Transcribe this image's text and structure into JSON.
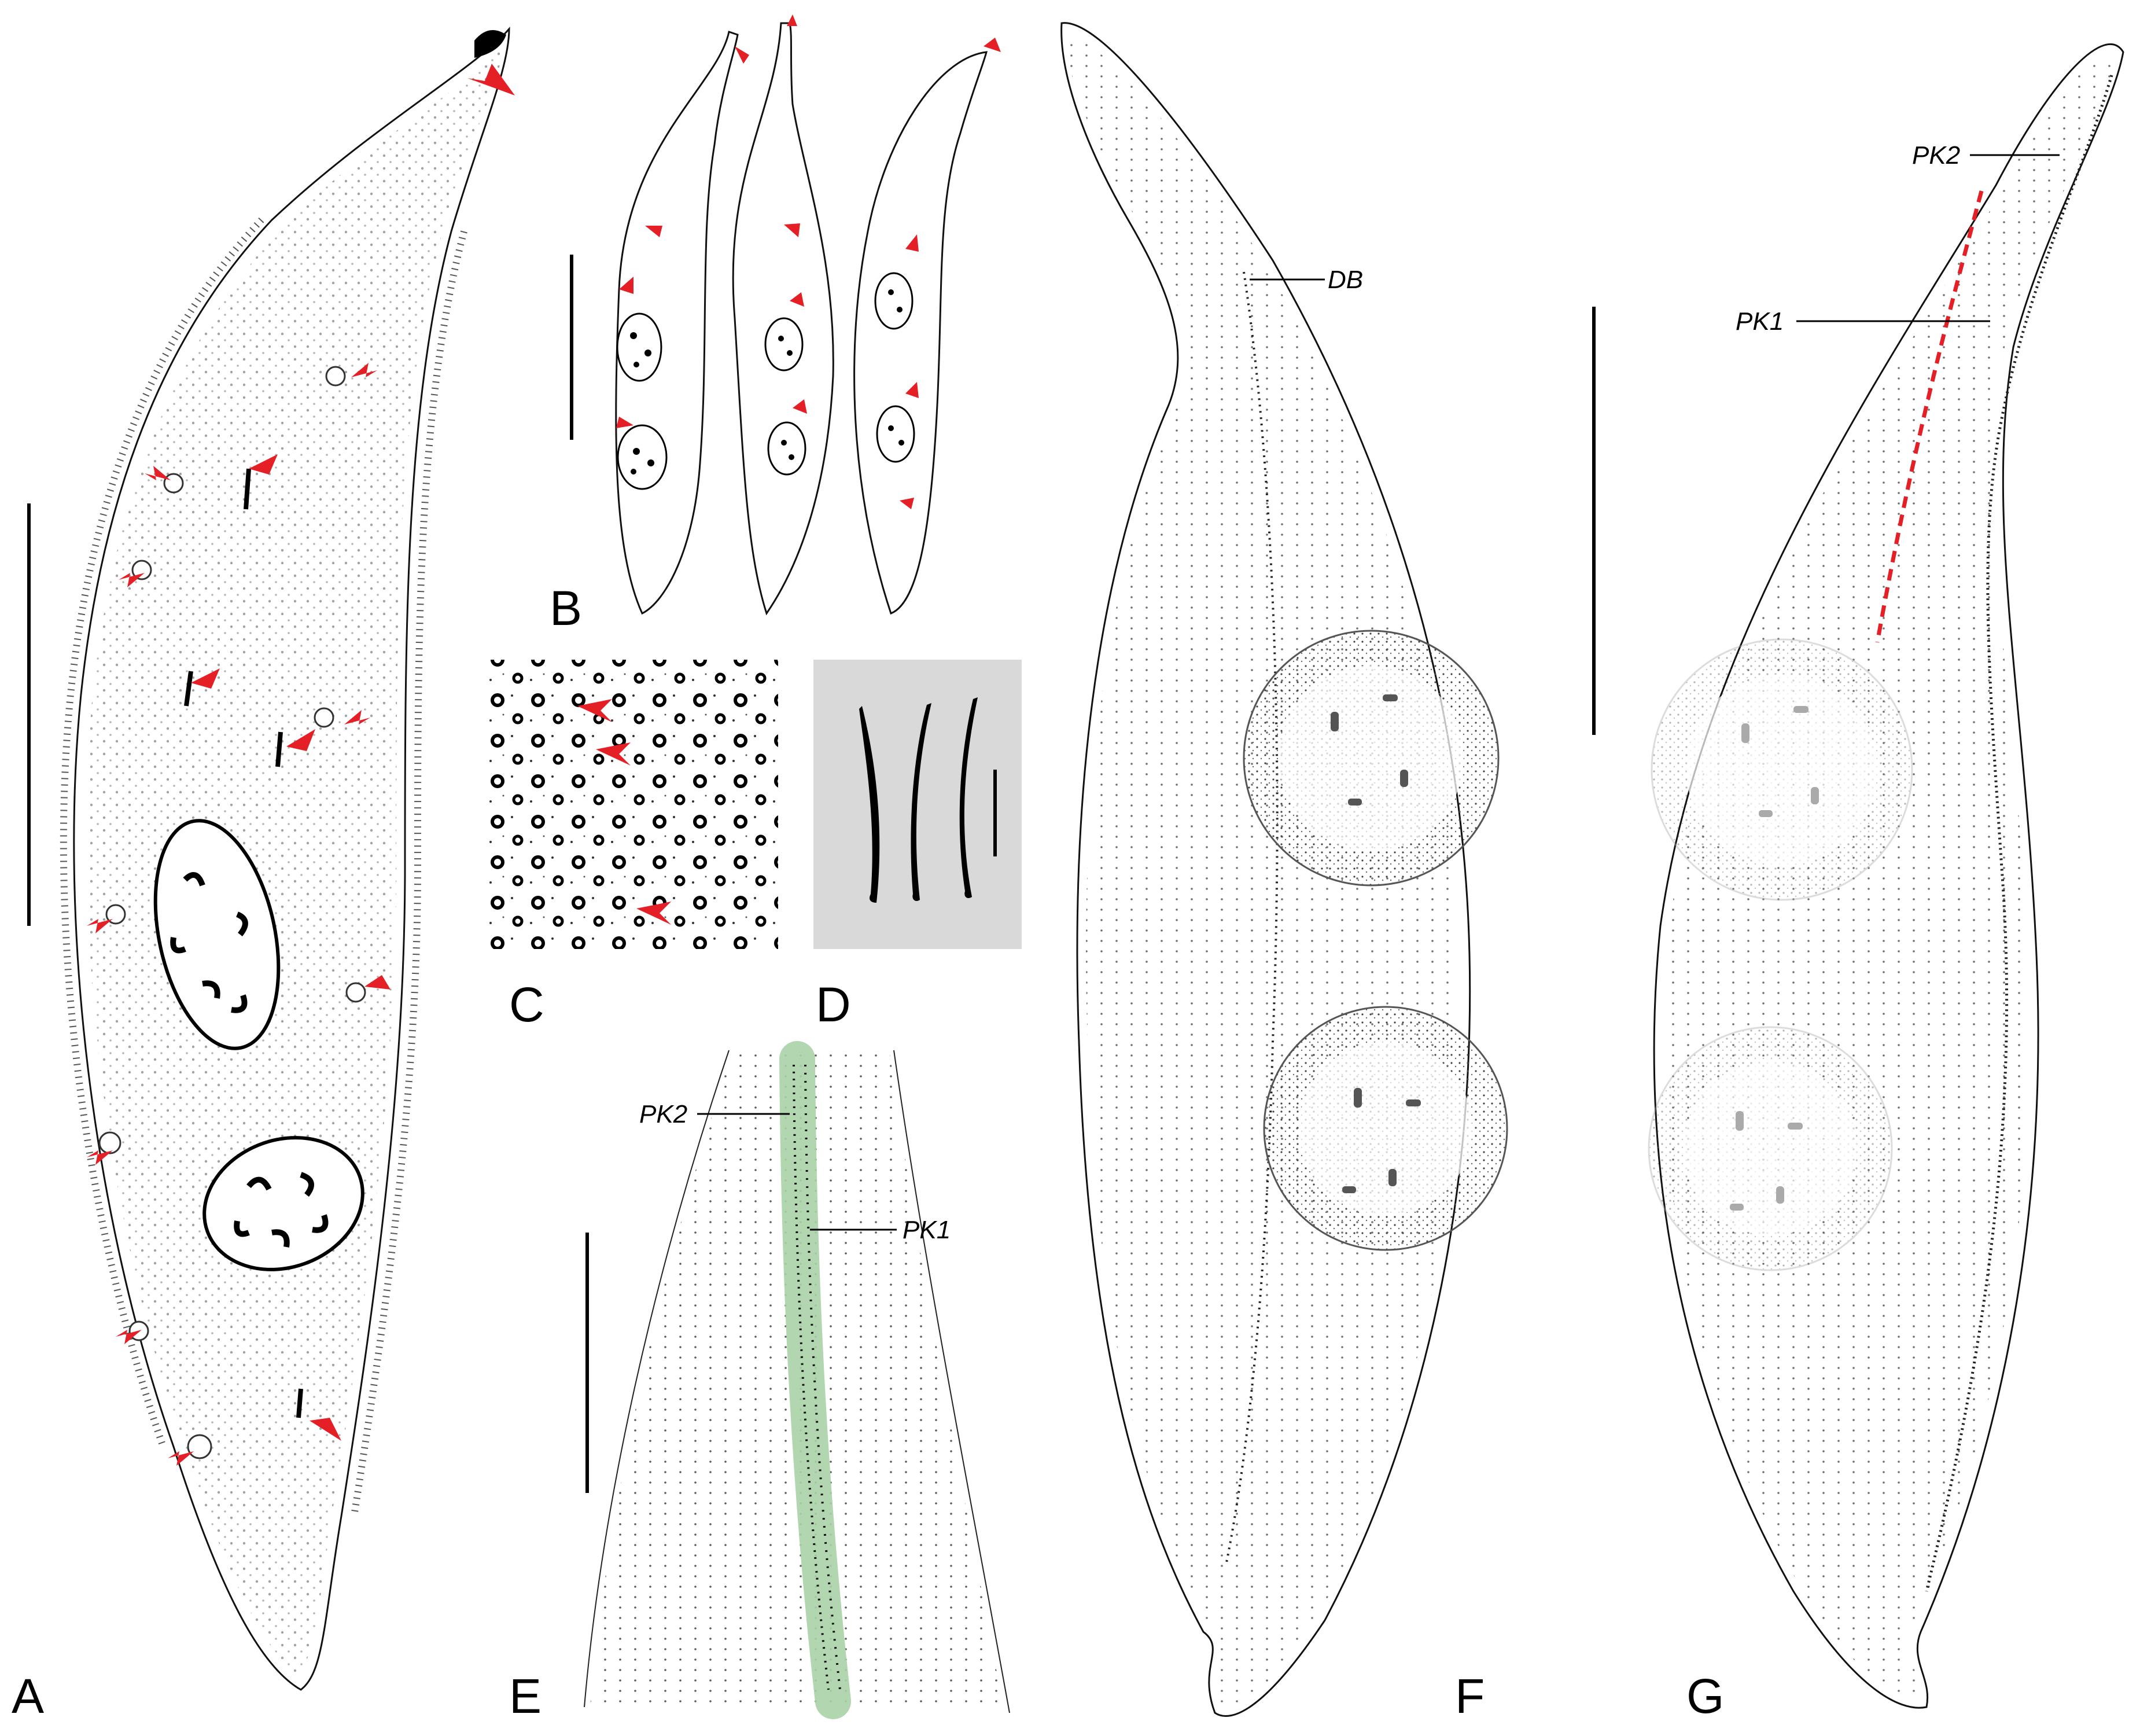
{
  "panels": [
    {
      "letter": "A"
    },
    {
      "letter": "B"
    },
    {
      "letter": "C"
    },
    {
      "letter": "D"
    },
    {
      "letter": "E"
    },
    {
      "letter": "F"
    },
    {
      "letter": "G"
    }
  ],
  "labels": {
    "db": "DB",
    "pk1": "PK1",
    "pk2": "PK2"
  },
  "colors": {
    "arrow": "#e41f26",
    "highlight": "#a9d2a7",
    "panel_d_background": "#d9d9d9",
    "ink": "#111111"
  }
}
